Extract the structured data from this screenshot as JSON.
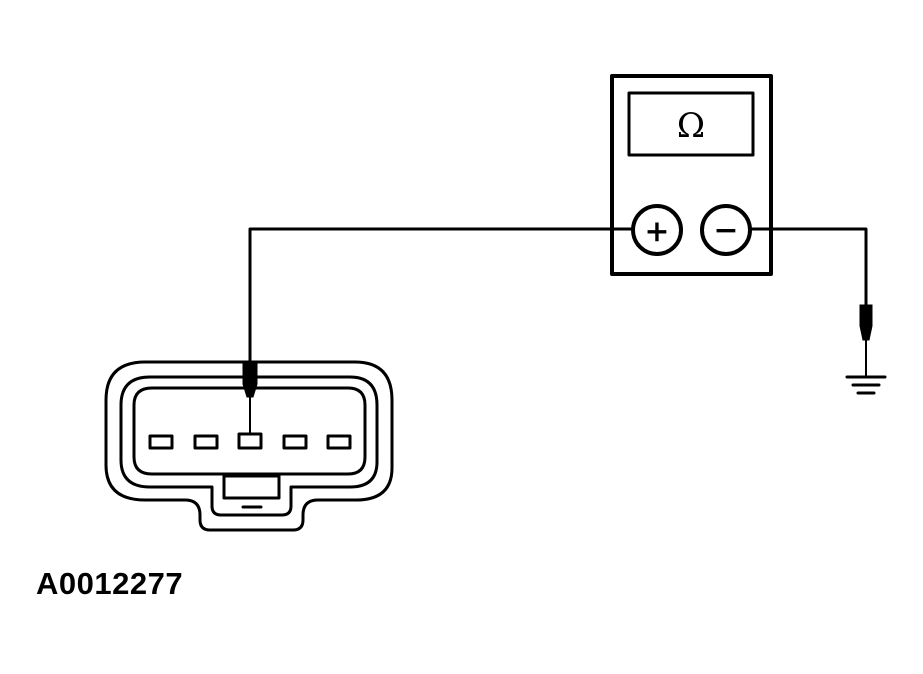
{
  "diagram": {
    "meter": {
      "display_symbol": "Ω",
      "positive_terminal_symbol": "+",
      "negative_terminal_symbol": "−"
    },
    "connector": {
      "pin_count": 5,
      "probed_pin": 3
    },
    "figure_id": "A0012277",
    "colors": {
      "ink": "#000000",
      "background": "#ffffff"
    },
    "icons": [
      "ohmmeter-icon",
      "connector-icon",
      "ground-icon",
      "probe-icon"
    ]
  }
}
